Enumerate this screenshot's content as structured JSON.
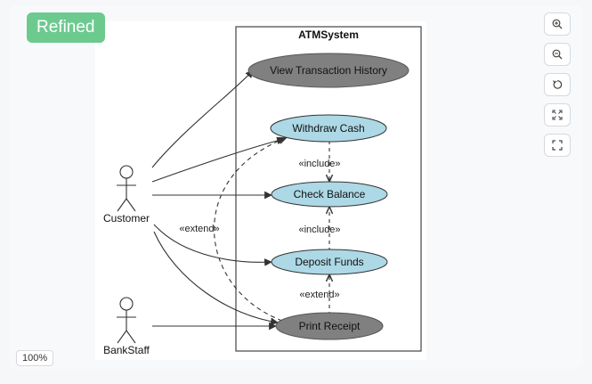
{
  "badge": {
    "label": "Refined"
  },
  "zoom": {
    "level": "100%"
  },
  "toolbar": {
    "buttons": [
      {
        "name": "zoom-in-button",
        "icon": "zoom-in-icon"
      },
      {
        "name": "zoom-out-button",
        "icon": "zoom-out-icon"
      },
      {
        "name": "reset-view-button",
        "icon": "reset-icon"
      },
      {
        "name": "fit-view-button",
        "icon": "fit-icon"
      },
      {
        "name": "fullscreen-button",
        "icon": "fullscreen-icon"
      }
    ]
  },
  "diagram": {
    "system_title": "ATMSystem",
    "actors": [
      {
        "id": "customer",
        "label": "Customer"
      },
      {
        "id": "bankstaff",
        "label": "BankStaff"
      }
    ],
    "use_cases": [
      {
        "id": "view_history",
        "label": "View Transaction History",
        "style": "dark"
      },
      {
        "id": "withdraw",
        "label": "Withdraw Cash",
        "style": "light"
      },
      {
        "id": "check_balance",
        "label": "Check Balance",
        "style": "light"
      },
      {
        "id": "deposit",
        "label": "Deposit Funds",
        "style": "light"
      },
      {
        "id": "print_receipt",
        "label": "Print Receipt",
        "style": "dark"
      }
    ],
    "relations": [
      {
        "label": "«include»"
      },
      {
        "label": "«include»"
      },
      {
        "label": "«extend»"
      },
      {
        "label": "«extend»"
      }
    ],
    "colors": {
      "light_fill": "#add8e6",
      "dark_fill": "#808080",
      "stroke": "#333333"
    }
  }
}
